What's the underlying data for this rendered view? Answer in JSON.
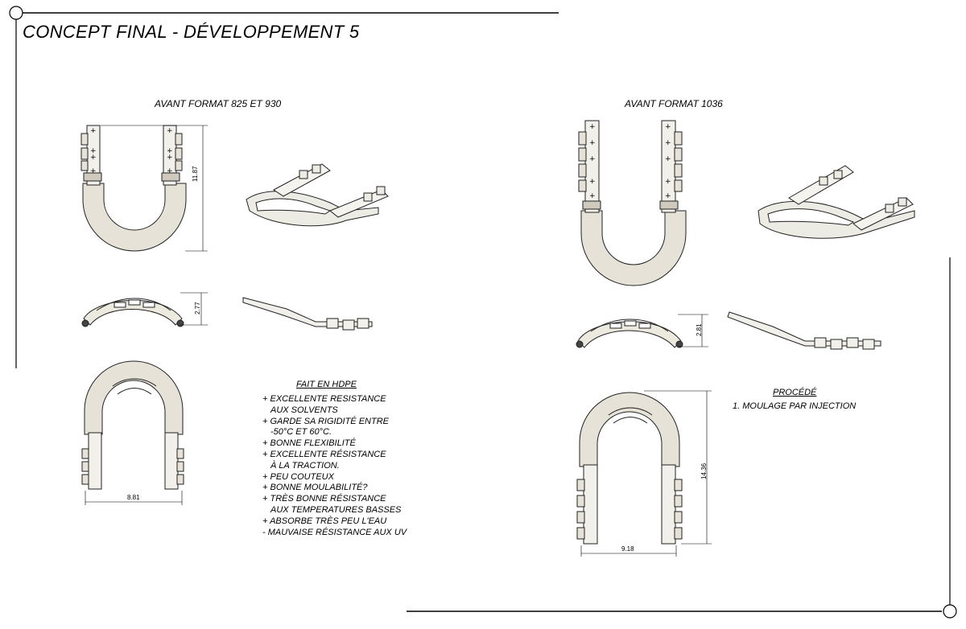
{
  "page": {
    "title": "CONCEPT FINAL - DÉVELOPPEMENT 5"
  },
  "left": {
    "section_title": "AVANT FORMAT 825 ET 930",
    "dims": {
      "height": "11.87",
      "thickness": "2.77",
      "width": "8.81"
    },
    "material": {
      "heading": "FAIT EN HDPE",
      "items": [
        "+ EXCELLENTE RESISTANCE",
        "AUX SOLVENTS",
        "+ GARDE SA RIGIDITÉ ENTRE",
        "-50°C ET 60°C.",
        "+ BONNE FLEXIBILITÉ",
        "+ EXCELLENTE RÉSISTANCE",
        "À LA TRACTION.",
        "+ PEU COUTEUX",
        "+ BONNE MOULABILITÉ?",
        "+ TRÈS BONNE RÉSISTANCE",
        "AUX TEMPERATURES BASSES",
        "+ ABSORBE TRÈS PEU L'EAU",
        "- MAUVAISE RÉSISTANCE AUX UV"
      ]
    }
  },
  "right": {
    "section_title": "AVANT FORMAT 1036",
    "dims": {
      "thickness": "2.81",
      "height": "14.36",
      "width": "9.18"
    },
    "process": {
      "heading": "PROCÉDÉ",
      "items": [
        "1. MOULAGE PAR INJECTION"
      ]
    }
  }
}
